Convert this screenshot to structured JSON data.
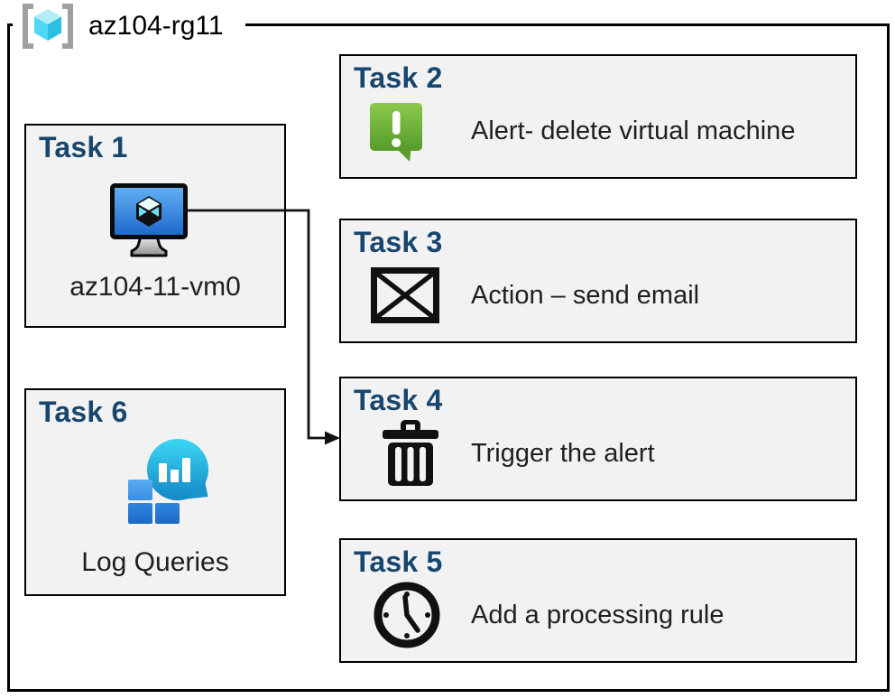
{
  "colors": {
    "accent": "#17466e",
    "box_fill": "#f2f2f2",
    "box_border": "#000000",
    "text": "#1f1f1f",
    "alert_green": "#6cb23a",
    "vm_screen_blue": "#2e7fd9",
    "log_teal": "#21b0e0",
    "log_blue": "#2f84dd",
    "cube_cyan": "#50e6ff",
    "bracket_gray": "#a0a0a0"
  },
  "resource_group": {
    "title": "az104-rg11",
    "icon": "resource-group-icon"
  },
  "tasks": [
    {
      "label": "Task 1",
      "caption": "az104-11-vm0",
      "icon": "virtual-machine-icon"
    },
    {
      "label": "Task 2",
      "caption": "Alert- delete virtual machine",
      "icon": "alert-icon"
    },
    {
      "label": "Task 3",
      "caption": "Action – send email",
      "icon": "email-icon"
    },
    {
      "label": "Task 4",
      "caption": "Trigger the alert",
      "icon": "trash-icon"
    },
    {
      "label": "Task 5",
      "caption": "Add a processing rule",
      "icon": "clock-icon"
    },
    {
      "label": "Task 6",
      "caption": "Log Queries",
      "icon": "log-queries-icon"
    }
  ],
  "connector": {
    "from": "Task 1",
    "to": "Task 4"
  }
}
